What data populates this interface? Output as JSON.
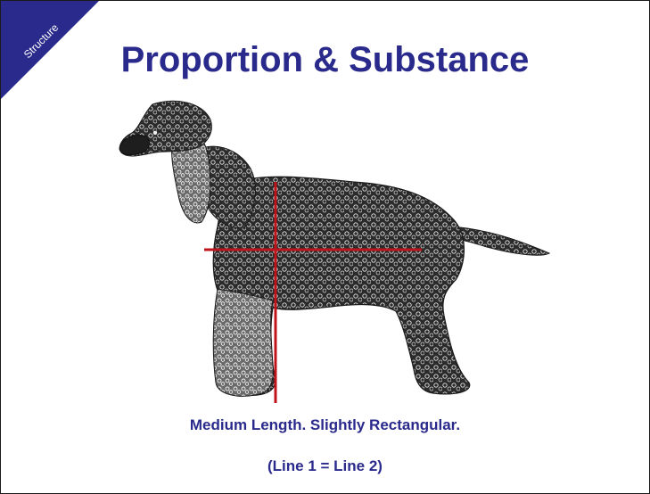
{
  "slide": {
    "section_tag": "Structure",
    "title": "Proportion & Substance",
    "caption_line_1": "Medium Length. Slightly Rectangular.",
    "caption_line_2": "(Line 1 = Line 2)"
  },
  "colors": {
    "title_text": "#2a2a8c",
    "corner_tab": "#2a2a8c",
    "measurement_lines": "#c0141c",
    "dog_coat": "#2b2b2b"
  },
  "illustration": {
    "subject": "dog-silhouette",
    "overlay": "measurement-crosshair"
  }
}
